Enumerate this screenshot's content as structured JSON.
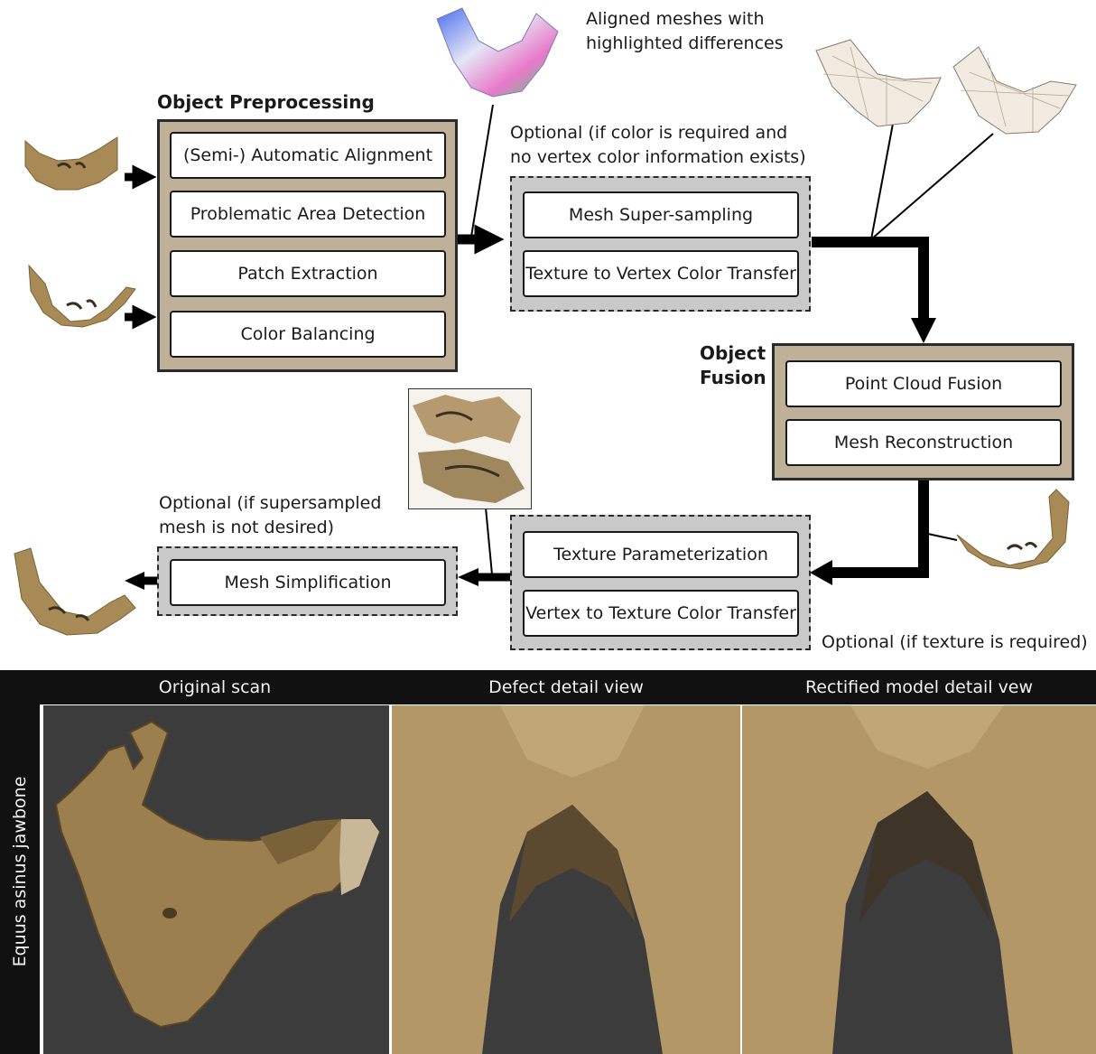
{
  "diagram": {
    "preprocessing": {
      "title": "Object Preprocessing",
      "steps": [
        "(Semi-) Automatic Alignment",
        "Problematic Area Detection",
        "Patch Extraction",
        "Color Balancing"
      ]
    },
    "aligned_note": [
      "Aligned meshes with",
      "highlighted differences"
    ],
    "supersampling": {
      "note": [
        "Optional (if color is required and",
        "no vertex color information exists)"
      ],
      "steps": [
        "Mesh Super-sampling",
        "Texture to Vertex Color Transfer"
      ]
    },
    "fusion": {
      "title": [
        "Object",
        "Fusion"
      ],
      "steps": [
        "Point Cloud Fusion",
        "Mesh Reconstruction"
      ]
    },
    "texture": {
      "steps": [
        "Texture Parameterization",
        "Vertex to Texture Color Transfer"
      ],
      "note": "Optional (if texture is required)"
    },
    "simplification": {
      "note": [
        "Optional (if supersampled",
        "mesh is not desired)"
      ],
      "step": "Mesh Simplification"
    }
  },
  "panels": {
    "side_label": "Equus asinus  jawbone",
    "headers": [
      "Original scan",
      "Defect detail view",
      "Rectified  model detail vew"
    ]
  },
  "colors": {
    "group_fill": "#bfb09a",
    "optional_fill": "#c9c9c9",
    "bone": "#a88a57",
    "panel_bg": "#3c3c3c"
  }
}
